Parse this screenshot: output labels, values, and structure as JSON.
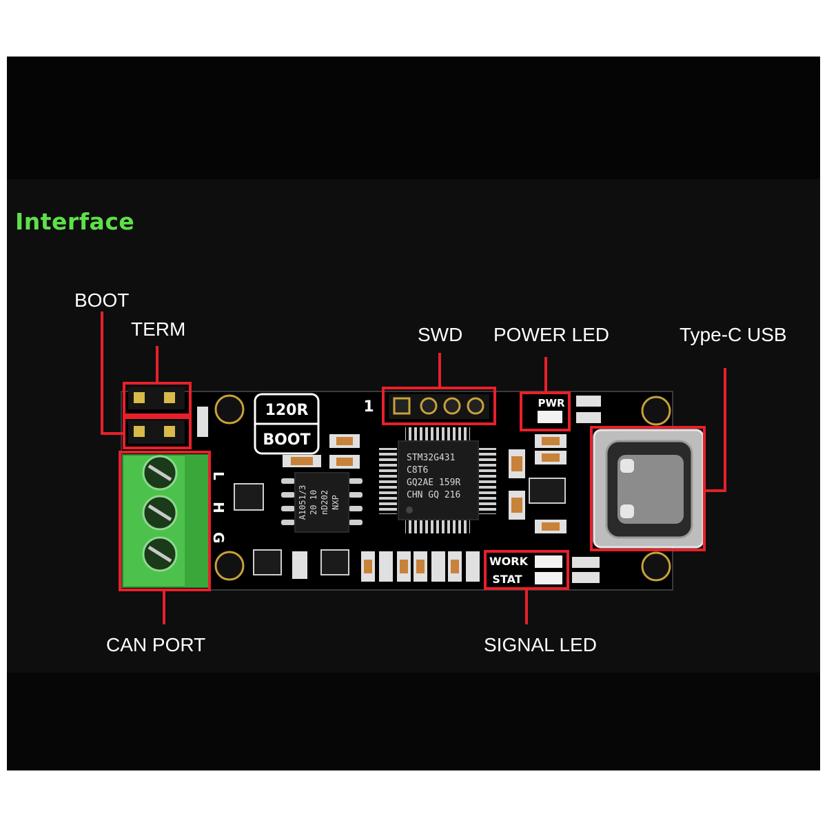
{
  "section_title": "Interface",
  "callouts": {
    "boot": "BOOT",
    "term": "TERM",
    "swd": "SWD",
    "power_led": "POWER LED",
    "type_c_usb": "Type-C USB",
    "can_port": "CAN PORT",
    "signal_led": "SIGNAL LED"
  },
  "silkscreen": {
    "jumper_120r": "120R",
    "jumper_boot": "BOOT",
    "pin1": "1",
    "pwr": "PWR",
    "work": "WORK",
    "stat": "STAT",
    "can_l": "L",
    "can_h": "H",
    "can_g": "G"
  },
  "mcu_marking": [
    "STM32G431",
    "C8T6",
    "GQ2AE 159R",
    "CHN GQ 216"
  ],
  "transceiver_marking": [
    "A1051/3",
    "20 10",
    "nD202",
    "NXP"
  ],
  "colors": {
    "title": "#5ee04a",
    "callout_box": "#e8202a",
    "terminal_block": "#4cc24c",
    "board": "#000000"
  }
}
